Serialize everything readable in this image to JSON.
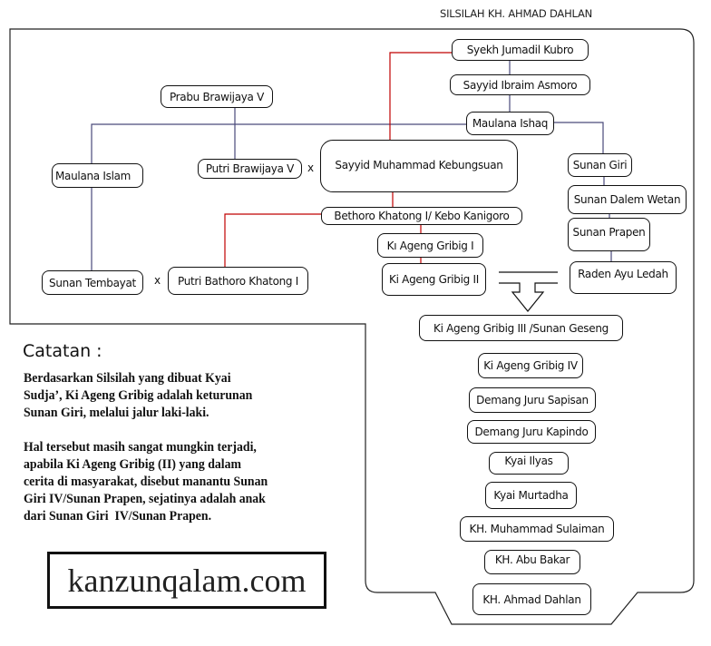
{
  "title": "SILSILAH KH. AHMAD DAHLAN",
  "nodes": {
    "syekh_jumadil_kubro": "Syekh Jumadil Kubro",
    "sayyid_ibraim_asmoro": "Sayyid Ibraim Asmoro",
    "prabu_brawijaya_v": "Prabu Brawijaya V",
    "maulana_ishaq": "Maulana Ishaq",
    "maulana_islam": "Maulana Islam",
    "putri_brawijaya_v": "Putri Brawijaya V",
    "sayyid_muhammad_kebungsuan": "Sayyid Muhammad Kebungsuan",
    "sunan_giri": "Sunan Giri",
    "sunan_dalem_wetan": "Sunan Dalem Wetan",
    "sunan_prapen": "Sunan Prapen",
    "bethoro_khatong": "Bethoro Khatong I/ Kebo Kanigoro",
    "ki_ageng_gribig_i": "Kı Ageng Gribig I",
    "ki_ageng_gribig_ii": "Ki Ageng Gribig II",
    "raden_ayu_ledah": "Raden Ayu Ledah",
    "sunan_tembayat": "Sunan Tembayat",
    "putri_bathoro_khatong": "Putri Bathoro Khatong I",
    "ki_ageng_gribig_iii": "Ki Ageng Gribig III /Sunan Geseng",
    "ki_ageng_gribig_iv": "Ki Ageng Gribig IV",
    "demang_juru_sapisan": "Demang Juru Sapisan",
    "demang_juru_kapindo": "Demang Juru Kapindo",
    "kyai_ilyas": "Kyai Ilyas",
    "kyai_murtadha": "Kyai Murtadha",
    "kh_muhammad_sulaiman": "KH. Muhammad Sulaiman",
    "kh_abu_bakar": "KH. Abu Bakar",
    "kh_ahmad_dahlan": "KH. Ahmad Dahlan"
  },
  "marriage_symbol": "x",
  "notes": {
    "heading": "Catatan :",
    "paragraph1": [
      "Berdasarkan Silsilah yang dibuat Kyai",
      "Sudja’, Ki Ageng Gribig adalah keturunan",
      "Sunan Giri, melalui jalur laki-laki."
    ],
    "paragraph2": [
      "Hal tersebut masih sangat mungkin terjadi,",
      "apabila Ki Ageng Gribig (II) yang dalam",
      "cerita di masyarakat, disebut manantu Sunan",
      "Giri IV/Sunan Prapen, sejatinya adalah anak",
      "dari Sunan Giri  IV/Sunan Prapen."
    ]
  },
  "logo": "kanzunqalam.com",
  "colors": {
    "male_line": "#4a4a7a",
    "female_line": "#c00000"
  }
}
